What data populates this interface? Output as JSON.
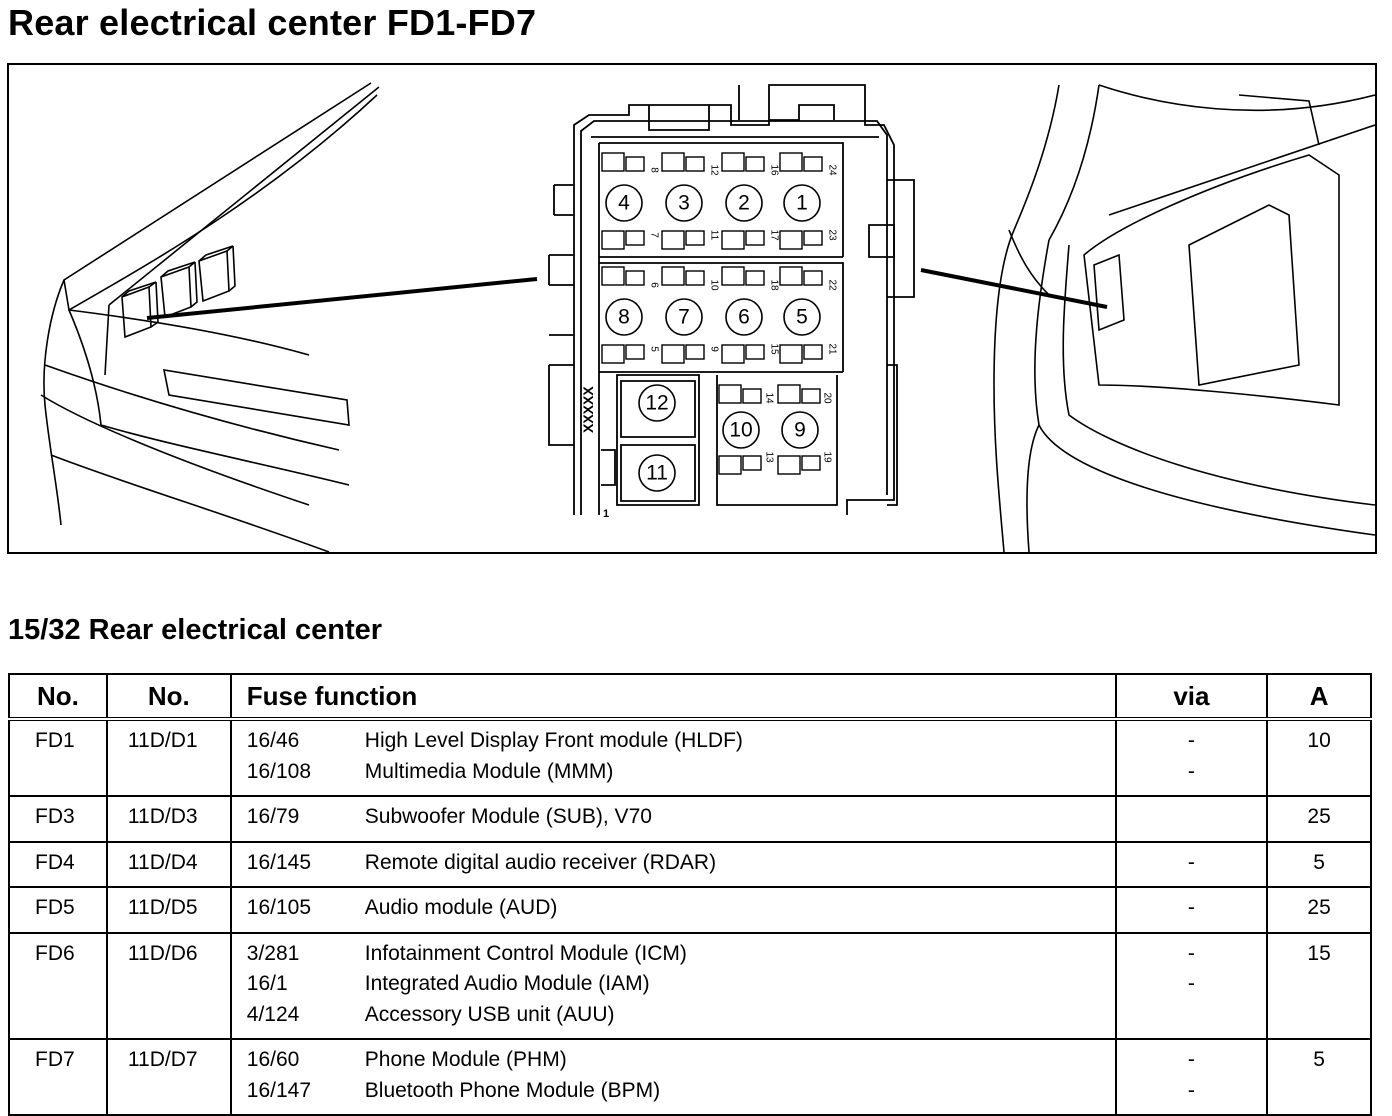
{
  "title": "Rear electrical center FD1-FD7",
  "subtitle": "15/32 Rear electrical center",
  "diagram": {
    "fuse_positions_top": [
      "4",
      "3",
      "2",
      "1"
    ],
    "fuse_positions_mid": [
      "8",
      "7",
      "6",
      "5"
    ],
    "fuse_positions_bottom": [
      "12",
      "11",
      "10",
      "9"
    ],
    "connector_marking": "XXXXX",
    "terminal_numbers_row1_top": [
      "8",
      "12",
      "16",
      "24"
    ],
    "terminal_numbers_row1_bottom": [
      "7",
      "11",
      "17",
      "23"
    ],
    "terminal_numbers_row2_top": [
      "6",
      "10",
      "18",
      "22"
    ],
    "terminal_numbers_row2_bottom": [
      "5",
      "9",
      "15",
      "21"
    ],
    "terminal_numbers_row3_top": [
      "14",
      "20"
    ],
    "terminal_numbers_row3_bottom": [
      "13",
      "19"
    ],
    "corner_mark": "1"
  },
  "table": {
    "headers": [
      "No.",
      "No.",
      "Fuse function",
      "via",
      "A"
    ],
    "rows": [
      {
        "no": "FD1",
        "no2": "11D/D1",
        "functions": [
          {
            "code": "16/46",
            "text": "High Level Display Front module (HLDF)",
            "via": "-"
          },
          {
            "code": "16/108",
            "text": "Multimedia Module (MMM)",
            "via": "-"
          }
        ],
        "amp": "10"
      },
      {
        "no": "FD3",
        "no2": "11D/D3",
        "functions": [
          {
            "code": "16/79",
            "text": "Subwoofer Module (SUB), V70",
            "via": ""
          }
        ],
        "amp": "25"
      },
      {
        "no": "FD4",
        "no2": "11D/D4",
        "functions": [
          {
            "code": "16/145",
            "text": "Remote digital audio receiver (RDAR)",
            "via": "-"
          }
        ],
        "amp": "5"
      },
      {
        "no": "FD5",
        "no2": "11D/D5",
        "functions": [
          {
            "code": "16/105",
            "text": "Audio module (AUD)",
            "via": "-"
          }
        ],
        "amp": "25"
      },
      {
        "no": "FD6",
        "no2": "11D/D6",
        "functions": [
          {
            "code": "3/281",
            "text": "Infotainment Control Module (ICM)",
            "via": "-"
          },
          {
            "code": "16/1",
            "text": "Integrated Audio Module (IAM)",
            "via": "-"
          },
          {
            "code": "4/124",
            "text": "Accessory USB unit (AUU)",
            "via": ""
          }
        ],
        "amp": "15"
      },
      {
        "no": "FD7",
        "no2": "11D/D7",
        "functions": [
          {
            "code": "16/60",
            "text": "Phone Module (PHM)",
            "via": "-"
          },
          {
            "code": "16/147",
            "text": "Bluetooth Phone Module (BPM)",
            "via": "-"
          }
        ],
        "amp": "5"
      }
    ]
  }
}
